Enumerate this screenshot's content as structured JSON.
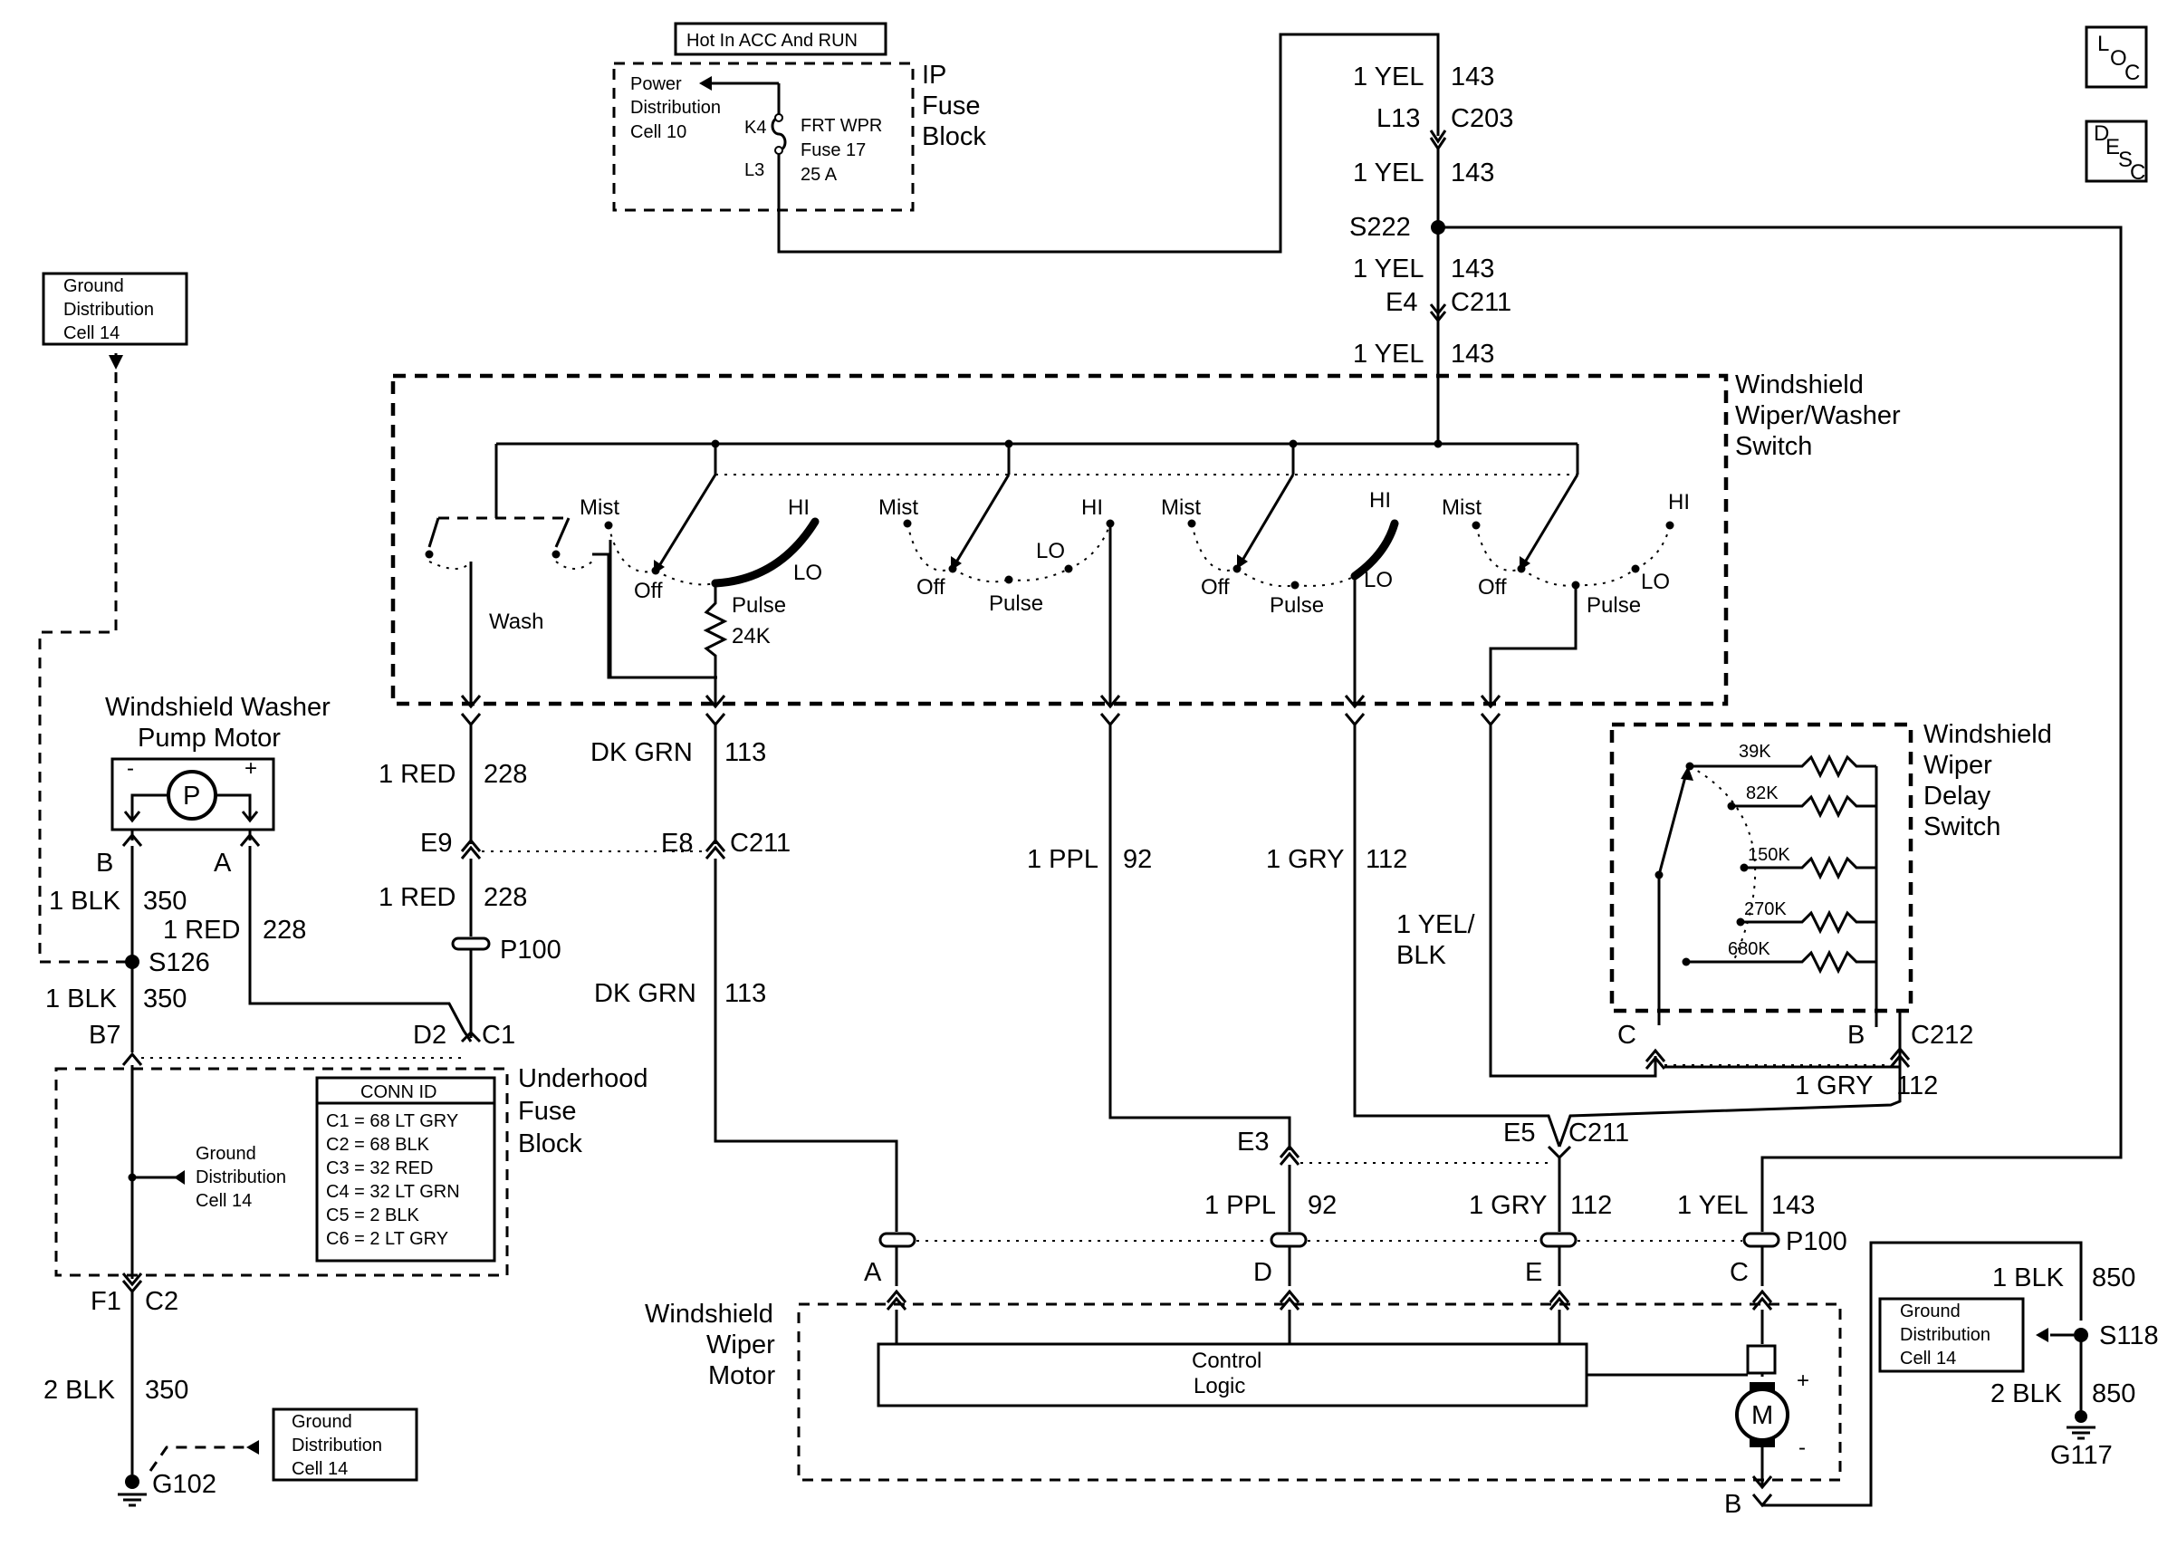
{
  "top": {
    "hot_label": "Hot In ACC And RUN",
    "power_dist": [
      "Power",
      "Distribution",
      "Cell 10"
    ],
    "k4": "K4",
    "l3": "L3",
    "fuse": [
      "FRT WPR",
      "Fuse 17",
      "25 A"
    ],
    "ip_block": [
      "IP",
      "Fuse",
      "Block"
    ]
  },
  "icons": {
    "loc": [
      "L",
      "O",
      "C"
    ],
    "desc": [
      "D",
      "E",
      "S",
      "C"
    ]
  },
  "feed": {
    "w1": [
      "1 YEL",
      "143"
    ],
    "c203": [
      "L13",
      "C203"
    ],
    "w2": [
      "1 YEL",
      "143"
    ],
    "s222": "S222",
    "w3": [
      "1 YEL",
      "143"
    ],
    "c211": [
      "E4",
      "C211"
    ],
    "w4": [
      "1 YEL",
      "143"
    ]
  },
  "switch": {
    "title": [
      "Windshield",
      "Wiper/Washer",
      "Switch"
    ],
    "mist": "Mist",
    "hi": "HI",
    "lo": "LO",
    "off": "Off",
    "pulse": "Pulse",
    "wash": "Wash",
    "res": "24K"
  },
  "delay": {
    "title": [
      "Windshield",
      "Wiper",
      "Delay",
      "Switch"
    ],
    "resistors": [
      "39K",
      "82K",
      "150K",
      "270K",
      "680K"
    ],
    "c": "C",
    "b": "B",
    "c212": "C212"
  },
  "wires": {
    "red228a": [
      "1 RED",
      "228"
    ],
    "dkgrn113a": [
      "DK GRN",
      "113"
    ],
    "e9": "E9",
    "e8": "E8",
    "c211b": "C211",
    "red228b": [
      "1 RED",
      "228"
    ],
    "p100a": "P100",
    "ppl92a": [
      "1 PPL",
      "92"
    ],
    "gry112a": [
      "1 GRY",
      "112"
    ],
    "yelblk": [
      "1 YEL/",
      "BLK"
    ],
    "dkgrn113b": [
      "DK GRN",
      "113"
    ],
    "gry112b": [
      "1 GRY",
      "112"
    ],
    "e3": "E3",
    "e5": "E5",
    "c211c": "C211",
    "ppl92b": [
      "1 PPL",
      "92"
    ],
    "gry112c": [
      "1 GRY",
      "112"
    ],
    "yel143": [
      "1 YEL",
      "143"
    ],
    "p100b": "P100",
    "pins": [
      "A",
      "D",
      "E",
      "C"
    ],
    "b": "B"
  },
  "washer": {
    "title": [
      "Windshield Washer",
      "Pump Motor"
    ],
    "p": "P",
    "b": "B",
    "a": "A",
    "blk350a": [
      "1 BLK",
      "350"
    ],
    "red228": [
      "1 RED",
      "228"
    ],
    "s126": "S126",
    "blk350b": [
      "1 BLK",
      "350"
    ],
    "b7": "B7",
    "d2": "D2",
    "c1": "C1"
  },
  "ground": {
    "top": [
      "Ground",
      "Distribution",
      "Cell 14"
    ],
    "fuse_inside": [
      "Ground",
      "Distribution",
      "Cell 14"
    ],
    "bottom": [
      "Ground",
      "Distribution",
      "Cell 14"
    ],
    "right": [
      "Ground",
      "Distribution",
      "Cell 14"
    ]
  },
  "underhood": {
    "title": [
      "Underhood",
      "Fuse",
      "Block"
    ],
    "conn_title": "CONN ID",
    "conn": [
      "C1 = 68 LT GRY",
      "C2 = 68 BLK",
      "C3 = 32 RED",
      "C4 = 32 LT GRN",
      "C5 = 2 BLK",
      "C6 = 2 LT GRY"
    ],
    "f1": "F1",
    "c2": "C2",
    "blk350": [
      "2 BLK",
      "350"
    ],
    "g102": "G102"
  },
  "motor": {
    "title": [
      "Windshield",
      "Wiper",
      "Motor"
    ],
    "logic": [
      "Control",
      "Logic"
    ],
    "m": "M",
    "plus": "+",
    "minus": "-"
  },
  "right_ground": {
    "blk850a": [
      "1 BLK",
      "850"
    ],
    "s118": "S118",
    "blk850b": [
      "2 BLK",
      "850"
    ],
    "g117": "G117"
  }
}
